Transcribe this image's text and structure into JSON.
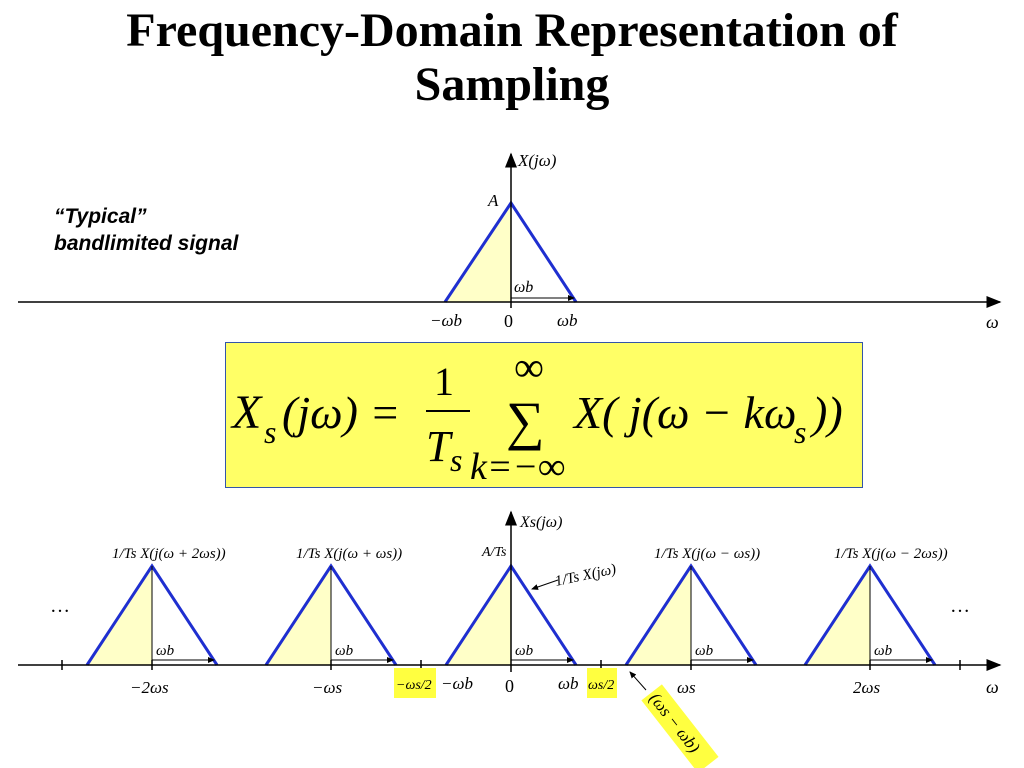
{
  "title": {
    "line1": "Frequency-Domain Representation of",
    "line2": "Sampling"
  },
  "caption": {
    "line1": "“Typical”",
    "line2": "bandlimited signal"
  },
  "colors": {
    "triangle_edge": "#1f2fd0",
    "triangle_fill": "#ffffc8",
    "highlight": "#ffff40",
    "formula_bg": "#ffff66",
    "formula_border": "#3355aa"
  },
  "top_plot": {
    "y_axis_label": "X(jω)",
    "peak_label": "A",
    "x_axis_label": "ω",
    "tick_neg": "−ωb",
    "tick_zero": "0",
    "tick_pos": "ωb",
    "bandwidth_label": "ωb"
  },
  "formula": {
    "lhs_X": "X",
    "lhs_sub": "s",
    "lhs_arg": "(jω) =",
    "frac_num": "1",
    "frac_den": "T",
    "frac_den_sub": "s",
    "sum_upper": "∞",
    "sum_symbol": "∑",
    "sum_lower": "k=−∞",
    "rhs_main": "X( j(ω − kω",
    "rhs_sub": "s",
    "rhs_close": "))"
  },
  "bottom_plot": {
    "y_axis_label": "Xs(jω)",
    "x_axis_label": "ω",
    "ellipsis_left": "…",
    "ellipsis_right": "…",
    "peak_center": "A/Ts",
    "copy_labels": [
      "1/Ts X(j(ω + 2ωs))",
      "1/Ts X(j(ω + ωs))",
      "1/Ts X(jω)",
      "1/Ts X(j(ω − ωs))",
      "1/Ts X(j(ω − 2ωs))"
    ],
    "tick_labels": [
      "−2ωs",
      "−ωs",
      "−ωs/2",
      "−ωb",
      "0",
      "ωb",
      "ωs/2",
      "ωs",
      "2ωs"
    ],
    "bandwidth_label": "ωb",
    "gap_label": "(ωs − ωb)"
  }
}
